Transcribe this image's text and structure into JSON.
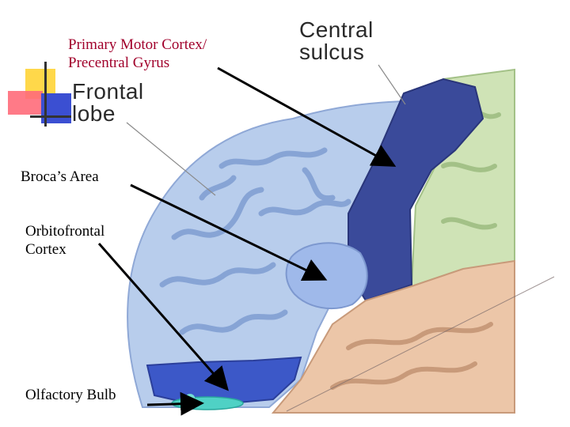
{
  "labels": {
    "primary_motor": [
      "Primary Motor Cortex/",
      "Precentral Gyrus"
    ],
    "broca": "Broca’s Area",
    "orbitofrontal": [
      "Orbitofrontal",
      "Cortex"
    ],
    "olfactory": "Olfactory Bulb"
  },
  "image_labels": {
    "central_sulcus": [
      "Central",
      "sulcus"
    ],
    "frontal_lobe": [
      "Frontal",
      "lobe"
    ]
  },
  "colors": {
    "frontal_lobe": "#b8cdec",
    "gyrus_fold": "#7f9dd2",
    "motor_cortex": "#3a4a9a",
    "parietal": "#cfe3b6",
    "temporal": "#ecc6a8",
    "broca": "#9fb9ea",
    "orbitofrontal": "#3c58c8",
    "olfactory": "#4fd1c5",
    "label_red": "#a1002b"
  }
}
